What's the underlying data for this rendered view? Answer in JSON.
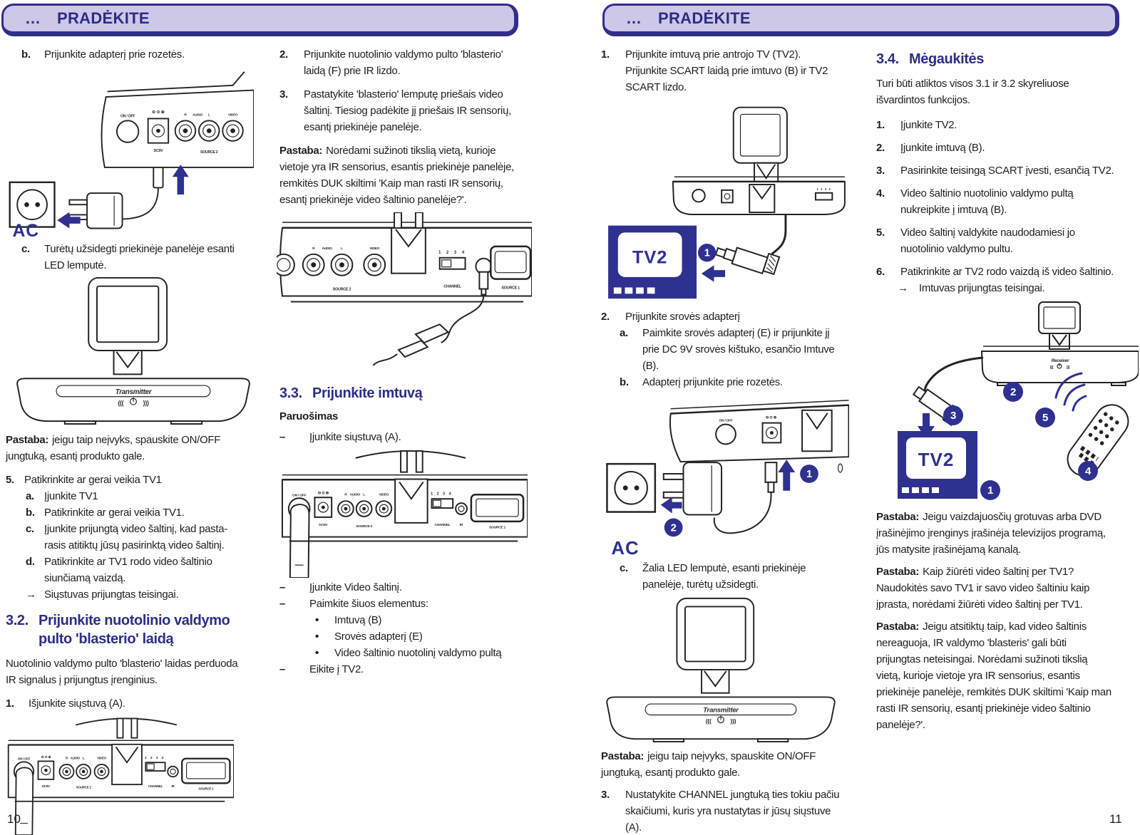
{
  "colors": {
    "accent": "#2e3190",
    "banner_fill": "#cdc8e8",
    "banner_ink": "#2d2b87",
    "heading": "#2d2e87"
  },
  "banner": {
    "dots": "…",
    "title": "PRADĖKITE"
  },
  "figs": {
    "ac": "AC",
    "on_off": "ON / OFF",
    "dc_polarity": "⊖ ⊙ ⊕",
    "dc9v": "DC9V",
    "r": "R",
    "audio": "AUDIO",
    "l": "L",
    "video": "VIDEO",
    "source2": "SOURCE 2",
    "channel_nums": "1 2 3 4",
    "channel": "CHANNEL",
    "ir": "IR",
    "source1": "SOURCE 1",
    "transmitter": "Transmitter",
    "receiver": "Receiver",
    "waves_l": "(((",
    "waves_r": ")))",
    "tv2": "TV2",
    "b1": "1",
    "b2": "2",
    "b3": "3",
    "b4": "4",
    "b5": "5"
  },
  "p10": {
    "page_number": "10",
    "c1": {
      "step_b_label": "b.",
      "step_b": "Prijunkite adapterį prie rozetės.",
      "step_c_label": "c.",
      "step_c": "Turėtų užsidegti priekinėje panelėje esanti\nLED lemputė.",
      "note_label": "Pastaba:",
      "note": "jeigu taip neįvyks, spauskite ON/OFF\njungtuką, esantį produkto gale.",
      "step5_label": "5.",
      "step5": "Patikrinkite ar gerai veikia TV1",
      "s5a_label": "a.",
      "s5a": "Įjunkite TV1",
      "s5b_label": "b.",
      "s5b": "Patikrinkite ar gerai veikia TV1.",
      "s5c_label": "c.",
      "s5c": "Įjunkite prijungtą video šaltinį, kad pasta-\nrasis atitiktų jūsų pasirinktą video šaltinį.",
      "s5d_label": "d.",
      "s5d": "Patikrinkite ar TV1 rodo video šaltinio\nsiunčiamą vaizdą.",
      "arrow": "→",
      "arrow_text": "Siųstuvas prijungtas teisingai.",
      "h32_num": "3.2.",
      "h32": "Prijunkite nuotolinio valdymo\npulto 'blasterio' laidą",
      "para32": "Nuotolinio valdymo pulto 'blasterio' laidas perduoda\nIR signalus į prijungtus įrenginius.",
      "step1_label": "1.",
      "step1": "Išjunkite siųstuvą (A)."
    },
    "c2": {
      "step2_label": "2.",
      "step2": "Prijunkite nuotolinio valdymo pulto 'blasterio'\nlaidą (F) prie IR lizdo.",
      "step3_label": "3.",
      "step3": "Pastatykite 'blasterio' lemputę priešais video\nšaltinį. Tiesiog padėkite jį priešais IR sensorių,\nesantį priekinėje panelėje.",
      "note_label": "Pastaba:",
      "note": "Norėdami sužinoti tikslią vietą, kurioje\nvietoje yra IR sensorius, esantis priekinėje panelėje,\nremkitės DUK skiltimi 'Kaip man rasti IR sensorių,\nesantį priekinėje video šaltinio panelėje?'.",
      "h33_num": "3.3.",
      "h33": "Prijunkite imtuvą",
      "prep": "Paruošimas",
      "dash": "–",
      "bullet": "•",
      "d1": "Įjunkite siųstuvą (A).",
      "d2": "Įjunkite Video šaltinį.",
      "d3": "Paimkite šiuos elementus:",
      "li1": "Imtuvą (B)",
      "li2": "Srovės adapterį (E)",
      "li3": "Video šaltinio nuotolinį valdymo pultą",
      "d4": "Eikite į TV2."
    }
  },
  "p11": {
    "page_number": "11",
    "c1": {
      "step1_label": "1.",
      "step1": "Prijunkite imtuvą prie antrojo TV (TV2).\nPrijunkite SCART laidą prie imtuvo (B) ir TV2\nSCART lizdo.",
      "step2_label": "2.",
      "step2": "Prijunkite srovės adapterį",
      "s2a_label": "a.",
      "s2a": "Paimkite srovės adapterį (E) ir prijunkite jį\nprie DC 9V srovės kištuko, esančio Imtuve\n(B).",
      "s2b_label": "b.",
      "s2b": "Adapterį prijunkite prie rozetės.",
      "s2c_label": "c.",
      "s2c": "Žalia LED lemputė, esanti priekinėje\npanelėje, turėtų užsidegti.",
      "note_label": "Pastaba:",
      "note": "jeigu taip neįvyks, spauskite ON/OFF\njungtuką, esantį produkto gale.",
      "step3_label": "3.",
      "step3": "Nustatykite CHANNEL jungtuką ties tokiu pačiu\nskaičiumi, kuris yra nustatytas ir jūsų siųstuve\n(A)."
    },
    "c2": {
      "h34_num": "3.4.",
      "h34": "Mėgaukitės",
      "intro": "Turi būti atliktos visos 3.1 ir 3.2 skyreliuose\nišvardintos funkcijos.",
      "l1_label": "1.",
      "l1": "Įjunkite TV2.",
      "l2_label": "2.",
      "l2": "Įjunkite imtuvą (B).",
      "l3_label": "3.",
      "l3": "Pasirinkite teisingą SCART įvesti, esančią TV2.",
      "l4_label": "4.",
      "l4": "Video šaltinio nuotolinio valdymo pultą\nnukreipkite į imtuvą (B).",
      "l5_label": "5.",
      "l5": "Video šaltinį valdykite naudodamiesi jo\nnuotolinio valdymo pultu.",
      "l6_label": "6.",
      "l6": "Patikrinkite ar TV2 rodo vaizdą iš video šaltinio.",
      "arrow": "→",
      "arrow_text": "Imtuvas prijungtas teisingai.",
      "note1_label": "Pastaba:",
      "note1": "Jeigu vaizdajuosčių grotuvas arba DVD\nįrašinėjimo įrenginys įrašinėja televizijos programą,\njūs matysite įrašinėjamą kanalą.",
      "note2_label": "Pastaba:",
      "note2": "Kaip žiūrėti video šaltinį per TV1?\nNaudokitės savo TV1 ir savo video šaltiniu kaip\nįprasta, norėdami žiūrėti video šaltinį per TV1.",
      "note3_label": "Pastaba:",
      "note3": "Jeigu atsitiktų taip, kad video šaltinis\nnereaguoja, IR valdymo 'blasteris' gali būti\nprijungtas neteisingai. Norėdami sužinoti tikslią\nvietą, kurioje vietoje yra IR sensorius, esantis\npriekinėje panelėje, remkitės DUK skiltimi 'Kaip man\nrasti IR sensorių, esantį priekinėje video šaltinio\npanelėje?'."
    }
  }
}
